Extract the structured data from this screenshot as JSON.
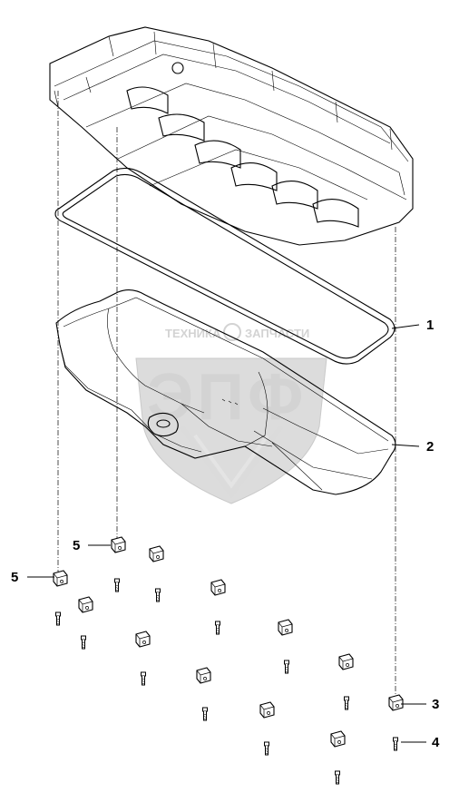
{
  "watermark": {
    "upper": "ТЕХНИКА",
    "upper_right": "ЗАПЧАСТИ",
    "monogram": "ЭПФ"
  },
  "callouts": [
    {
      "id": "gasket",
      "number": "1"
    },
    {
      "id": "oil-pan",
      "number": "2"
    },
    {
      "id": "bracket",
      "number": "3"
    },
    {
      "id": "bolt",
      "number": "4"
    },
    {
      "id": "clip-upper",
      "number": "5"
    },
    {
      "id": "clip-left",
      "number": "5"
    }
  ],
  "colors": {
    "line": "#000000",
    "watermark": "#d0d0d0",
    "background": "#ffffff"
  }
}
